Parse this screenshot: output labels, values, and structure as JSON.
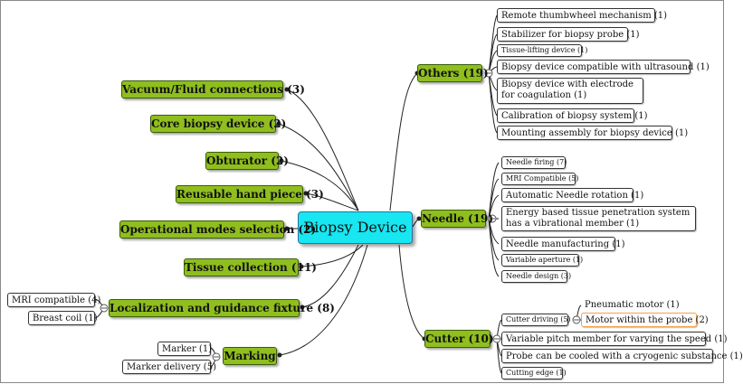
{
  "center": "Biopsy Device",
  "left": [
    "Vacuum/Fluid connections (3)",
    "Core biopsy device (2)",
    "Obturator (2)",
    "Reusable hand piece (3)",
    "Operational modes selection (2)",
    "Tissue collection (11)",
    "Localization and guidance fixture (8)",
    "Marking"
  ],
  "localization_children": [
    "MRI compatible (4)",
    "Breast coil (1)"
  ],
  "marking_children": [
    "Marker (1)",
    "Marker delivery (5)"
  ],
  "others": {
    "label": "Others (19)",
    "children": [
      "Remote thumbwheel mechanism (1)",
      "Stabilizer for biopsy probe (1)",
      "Tissue-lifting device (1)",
      "Biopsy device compatible with ultrasound (1)",
      "Biopsy device with electrode for coagulation (1)",
      "Calibration of biopsy system (1)",
      "Mounting assembly for biopsy device (1)"
    ]
  },
  "needle": {
    "label": "Needle (19)",
    "children": [
      "Needle firing (7)",
      "MRI Compatible (5)",
      "Automatic Needle rotation (1)",
      "Energy based tissue penetration system has a vibrational member (1)",
      "Needle manufacturing (1)",
      "Variable aperture (1)",
      "Needle design (3)"
    ]
  },
  "cutter": {
    "label": "Cutter (10)",
    "children": [
      "Cutter driving (5)",
      "Variable pitch member for varying the speed (1)",
      "Probe can be cooled with a cryogenic substance (1)",
      "Cutting edge (1)"
    ],
    "driving_children": [
      "Pneumatic motor (1)",
      "Motor within the probe (2)"
    ]
  },
  "colors": {
    "branch": "#8fbe1e",
    "center": "#18e6f0",
    "highlight": "#f2a24a"
  }
}
